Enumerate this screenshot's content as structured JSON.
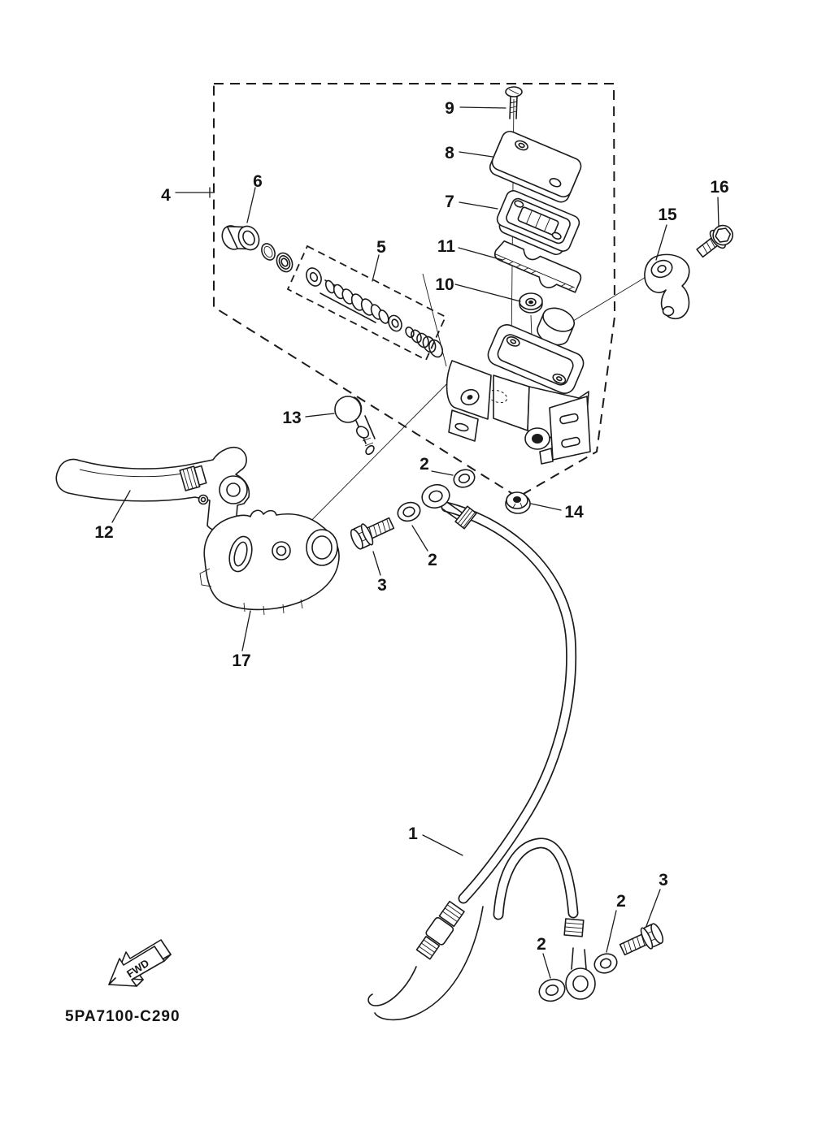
{
  "diagram": {
    "code": "5PA7100-C290",
    "fwd": "FWD",
    "ink_color": "#1b1b1b",
    "background_color": "#ffffff"
  },
  "callouts": {
    "1": "1",
    "2": "2",
    "3": "3",
    "4": "4",
    "5": "5",
    "6": "6",
    "7": "7",
    "8": "8",
    "9": "9",
    "10": "10",
    "11": "11",
    "12": "12",
    "13": "13",
    "14": "14",
    "15": "15",
    "16": "16",
    "17": "17"
  }
}
